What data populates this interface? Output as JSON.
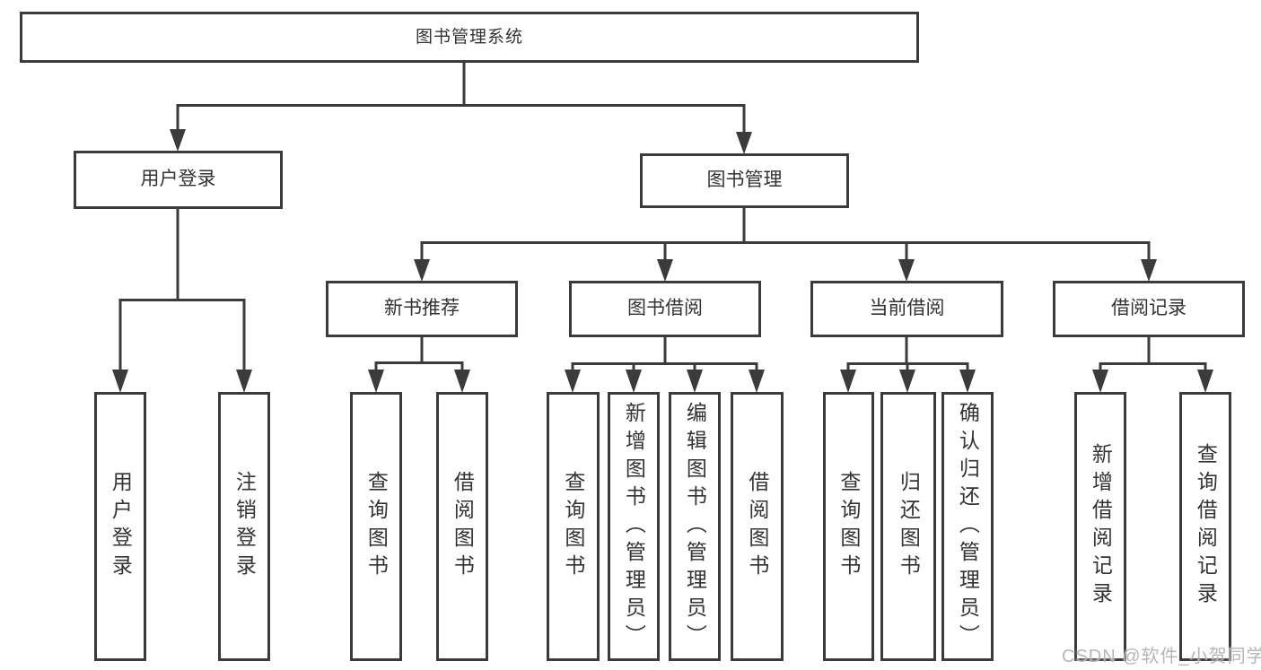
{
  "tree": {
    "root": {
      "label": "图书管理系统",
      "children": [
        {
          "label": "用户登录",
          "children": [
            {
              "label": "用户登录"
            },
            {
              "label": "注销登录"
            }
          ]
        },
        {
          "label": "图书管理",
          "children": [
            {
              "label": "新书推荐",
              "children": [
                {
                  "label": "查询图书"
                },
                {
                  "label": "借阅图书"
                }
              ]
            },
            {
              "label": "图书借阅",
              "children": [
                {
                  "label": "查询图书"
                },
                {
                  "label": "新增图书（管理员）"
                },
                {
                  "label": "编辑图书（管理员）"
                },
                {
                  "label": "借阅图书"
                }
              ]
            },
            {
              "label": "当前借阅",
              "children": [
                {
                  "label": "查询图书"
                },
                {
                  "label": "归还图书"
                },
                {
                  "label": "确认归还（管理员）"
                }
              ]
            },
            {
              "label": "借阅记录",
              "children": [
                {
                  "label": "新增借阅记录"
                },
                {
                  "label": "查询借阅记录"
                }
              ]
            }
          ]
        }
      ]
    }
  },
  "watermark": {
    "text": "CSDN @软件_小贺同学"
  },
  "colors": {
    "line": "#3b3b3b",
    "border": "#3b3b3b",
    "text": "#333333",
    "watermark": "#b2b2b2",
    "background": "#ffffff"
  }
}
